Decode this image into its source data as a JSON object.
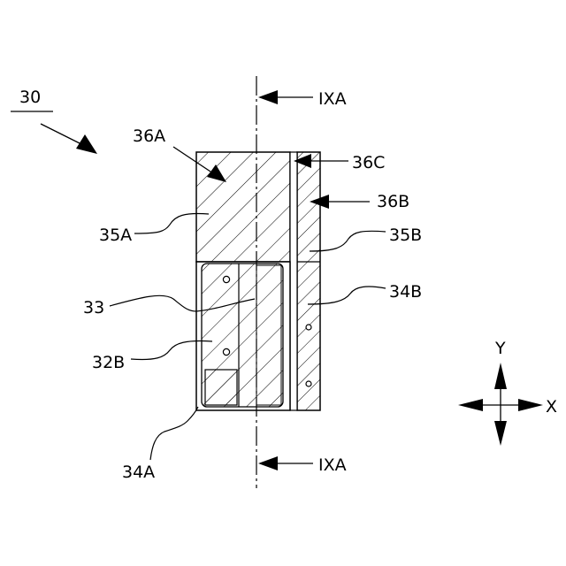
{
  "figure": {
    "ref_main": "30",
    "ref_36A": "36A",
    "ref_36C": "36C",
    "ref_36B": "36B",
    "ref_35A": "35A",
    "ref_35B": "35B",
    "ref_33": "33",
    "ref_34B": "34B",
    "ref_32B": "32B",
    "ref_34A": "34A",
    "section_top": "IXA",
    "section_bottom": "IXA"
  },
  "axes": {
    "y_label": "Y",
    "x_label": "X"
  },
  "colors": {
    "ink": "#000000",
    "paper": "#ffffff"
  }
}
